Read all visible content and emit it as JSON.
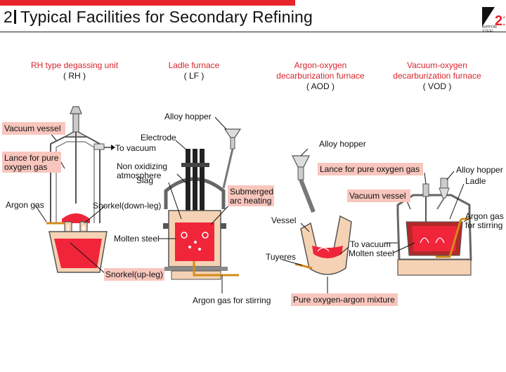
{
  "header": {
    "number": "2",
    "title": "Typical Facilities for Secondary Refining",
    "logo_text": "NIPPON STEEL"
  },
  "units": {
    "rh": {
      "name": "RH type degassing unit",
      "abbr": "( RH )"
    },
    "lf": {
      "name": "Ladle furnace",
      "abbr": "( LF )"
    },
    "aod": {
      "name_line1": "Argon-oxygen",
      "name_line2": "decarburization furnace",
      "abbr": "( AOD )"
    },
    "vod": {
      "name_line1": "Vacuum-oxygen",
      "name_line2": "decarburization furnace",
      "abbr": "( VOD )"
    }
  },
  "labels": {
    "rh_vacuum_vessel": "Vacuum vessel",
    "rh_to_vacuum": "To vacuum",
    "rh_lance_1": "Lance for pure",
    "rh_lance_2": "oxygen gas",
    "rh_argon_gas": "Argon gas",
    "rh_snorkel_down": "Snorkel(down-leg)",
    "rh_snorkel_up": "Snorkel(up-leg)",
    "lf_alloy_hopper": "Alloy hopper",
    "lf_electrode": "Electrode",
    "lf_non_oxidizing_1": "Non oxidizing",
    "lf_non_oxidizing_2": "atmosphere",
    "lf_slag": "Slag",
    "lf_submerged_1": "Submerged",
    "lf_submerged_2": "arc heating",
    "lf_molten_steel": "Molten steel",
    "lf_argon_stirring": "Argon gas for stirring",
    "aod_alloy_hopper": "Alloy hopper",
    "aod_vessel": "Vessel",
    "aod_tuyeres": "Tuyeres",
    "aod_to_vacuum": "To vacuum",
    "aod_molten_steel": "Molten steel",
    "aod_mixture": "Pure oxygen-argon mixture",
    "vod_lance": "Lance for pure oxygen gas",
    "vod_alloy_hopper": "Alloy hopper",
    "vod_vacuum_vessel": "Vacuum vessel",
    "vod_ladle": "Ladle",
    "vod_argon_1": "Argon gas",
    "vod_argon_2": "for stirring"
  },
  "colors": {
    "accent_red": "#e8232b",
    "molten_steel": "#f0253a",
    "refractory": "#f5d2b3",
    "highlight_box": "#f8c6bd"
  }
}
